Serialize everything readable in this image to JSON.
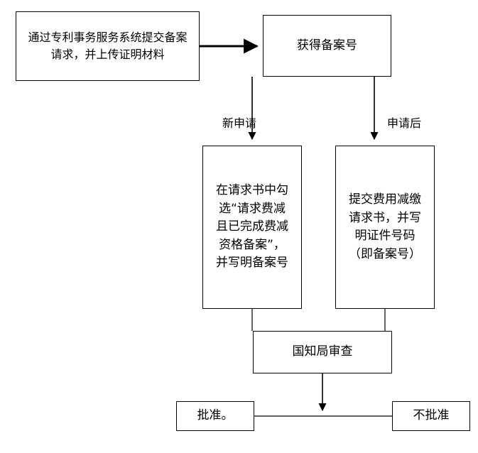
{
  "diagram": {
    "type": "flowchart",
    "nodes": [
      {
        "id": "submit-request",
        "text": "通过专利事务服务系统提交备案请求，并上传证明材料"
      },
      {
        "id": "get-number",
        "text": "获得备案号"
      },
      {
        "id": "new-application",
        "text": "在请求书中勾选“请求费减且已完成费减资格备案”，并写明备案号"
      },
      {
        "id": "after-application",
        "text": "提交费用减缴请求书，并写明证件号码（即备案号）"
      },
      {
        "id": "review",
        "text": "国知局审查"
      },
      {
        "id": "approve",
        "text": "批准。"
      },
      {
        "id": "reject",
        "text": "不批准"
      }
    ],
    "edge_labels": {
      "new_application": "新申请",
      "after_application": "申请后"
    }
  }
}
